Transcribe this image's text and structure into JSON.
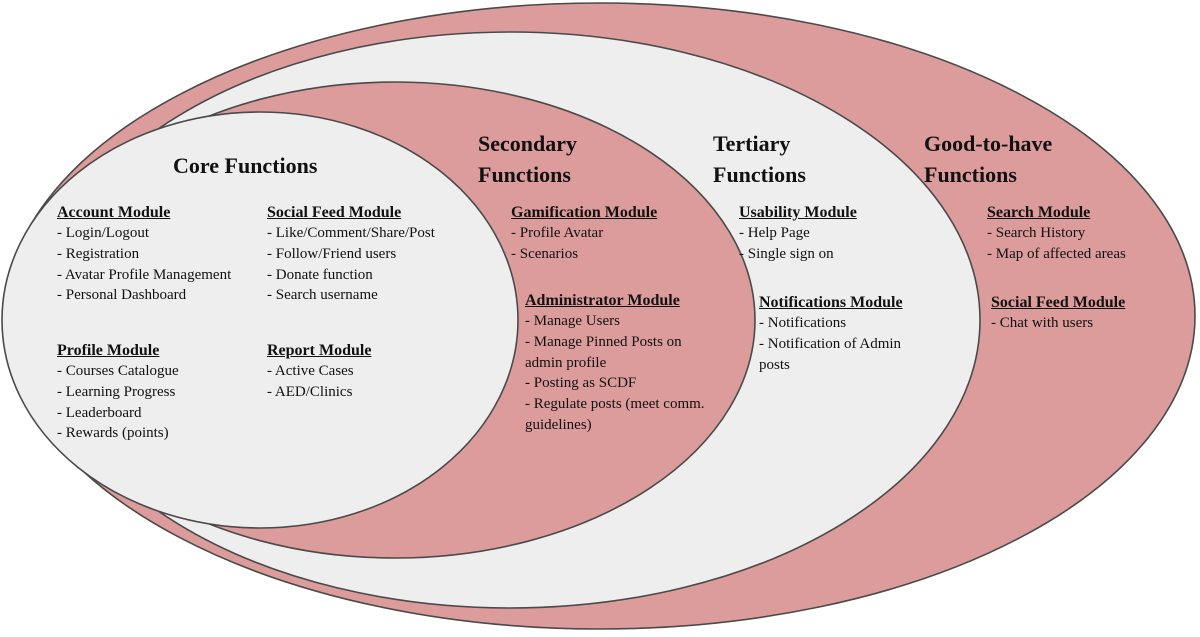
{
  "colors": {
    "ring_fill_red": "#dd9c9c",
    "ring_fill_light": "#eeeeee",
    "ring_stroke": "#4a4a4a",
    "text": "#111111"
  },
  "diagram": {
    "rings": [
      {
        "title": "Good-to-have Functions",
        "fill_key": "ring_fill_red"
      },
      {
        "title": "Tertiary Functions",
        "fill_key": "ring_fill_light"
      },
      {
        "title": "Secondary Functions",
        "fill_key": "ring_fill_red"
      },
      {
        "title": "Core Functions",
        "fill_key": "ring_fill_light"
      }
    ],
    "titles": {
      "core": "Core Functions",
      "secondary_1": "Secondary",
      "secondary_2": "Functions",
      "tertiary_1": "Tertiary",
      "tertiary_2": "Functions",
      "good_1": "Good-to-have",
      "good_2": "Functions"
    },
    "core": {
      "account": {
        "title": "Account Module",
        "items": [
          "- Login/Logout",
          "- Registration",
          "- Avatar Profile Management",
          "- Personal Dashboard"
        ]
      },
      "profile": {
        "title": "Profile Module",
        "items": [
          "- Courses Catalogue",
          "- Learning Progress",
          "- Leaderboard",
          "- Rewards (points)"
        ]
      },
      "social_feed": {
        "title": "Social Feed Module",
        "items": [
          "- Like/Comment/Share/Post",
          "- Follow/Friend users",
          "- Donate function",
          "- Search username"
        ]
      },
      "report": {
        "title": "Report Module",
        "items": [
          "- Active Cases",
          "- AED/Clinics"
        ]
      }
    },
    "secondary": {
      "gamification": {
        "title": "Gamification Module",
        "items": [
          "- Profile Avatar",
          "- Scenarios"
        ]
      },
      "administrator": {
        "title": "Administrator Module",
        "items": [
          "- Manage Users",
          "- Manage Pinned Posts on admin profile",
          "- Posting as SCDF",
          "- Regulate posts (meet comm. guidelines)"
        ]
      }
    },
    "tertiary": {
      "usability": {
        "title": "Usability Module",
        "items": [
          "- Help Page",
          "- Single sign on"
        ]
      },
      "notifications": {
        "title": "Notifications Module",
        "items": [
          "- Notifications",
          "- Notification of Admin posts"
        ]
      }
    },
    "good_to_have": {
      "search": {
        "title": "Search Module",
        "items": [
          "- Search History",
          "- Map of affected areas"
        ]
      },
      "social_feed": {
        "title": "Social Feed Module",
        "items": [
          "- Chat with users"
        ]
      }
    }
  }
}
